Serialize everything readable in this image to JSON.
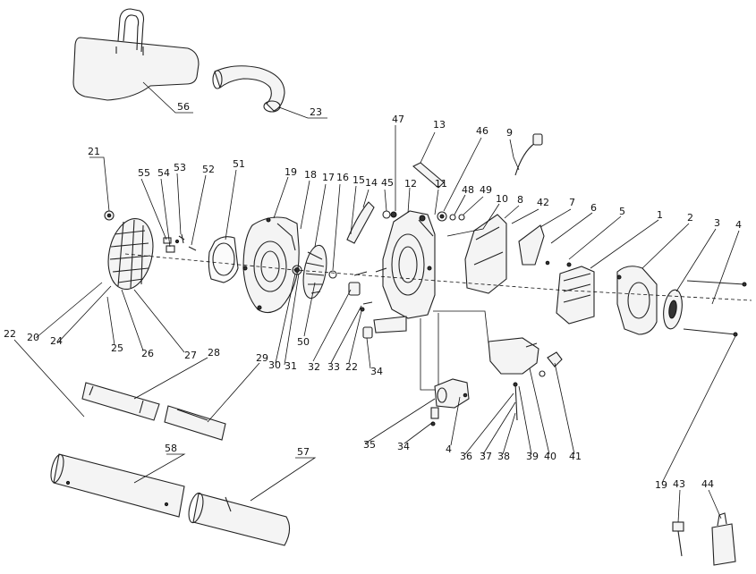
{
  "diagram": {
    "parts": {
      "p1": "1",
      "p2": "2",
      "p3": "3",
      "p4a": "4",
      "p4b": "4",
      "p5": "5",
      "p6": "6",
      "p7": "7",
      "p8": "8",
      "p9": "9",
      "p10": "10",
      "p11": "11",
      "p12": "12",
      "p13": "13",
      "p14": "14",
      "p15": "15",
      "p16": "16",
      "p17": "17",
      "p18": "18",
      "p19a": "19",
      "p19b": "19",
      "p20": "20",
      "p21": "21",
      "p22a": "22",
      "p22b": "22",
      "p23": "23",
      "p24": "24",
      "p25": "25",
      "p26": "26",
      "p27": "27",
      "p28": "28",
      "p29": "29",
      "p30": "30",
      "p31": "31",
      "p32": "32",
      "p33": "33",
      "p34a": "34",
      "p34b": "34",
      "p35": "35",
      "p36": "36",
      "p37": "37",
      "p38": "38",
      "p39": "39",
      "p40": "40",
      "p41": "41",
      "p42": "42",
      "p43": "43",
      "p44": "44",
      "p45": "45",
      "p46": "46",
      "p47": "47",
      "p48": "48",
      "p49": "49",
      "p50": "50",
      "p51": "51",
      "p52": "52",
      "p53": "53",
      "p54": "54",
      "p55": "55",
      "p56": "56",
      "p57": "57",
      "p58": "58"
    }
  }
}
